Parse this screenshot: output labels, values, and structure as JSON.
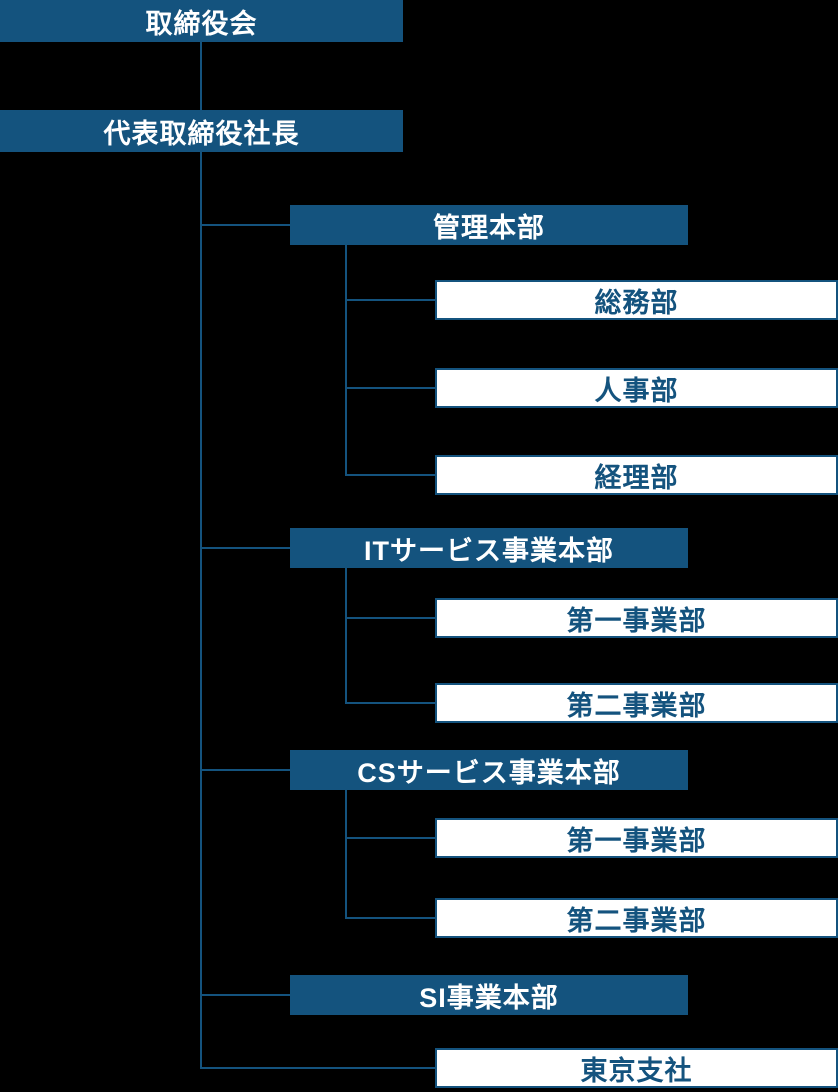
{
  "chart": {
    "type": "org-chart",
    "background": "#000000",
    "accent_color": "#14537e",
    "dark_box_text_color": "#ffffff",
    "light_box_text_color": "#14537e"
  },
  "nodes": {
    "board": "取締役会",
    "president": "代表取締役社長",
    "divisions": [
      {
        "name": "管理本部",
        "departments": [
          "総務部",
          "人事部",
          "経理部"
        ]
      },
      {
        "name": "ITサービス事業本部",
        "departments": [
          "第一事業部",
          "第二事業部"
        ]
      },
      {
        "name": "CSサービス事業本部",
        "departments": [
          "第一事業部",
          "第二事業部"
        ]
      },
      {
        "name": "SI事業本部",
        "departments": []
      }
    ],
    "branch": "東京支社"
  }
}
